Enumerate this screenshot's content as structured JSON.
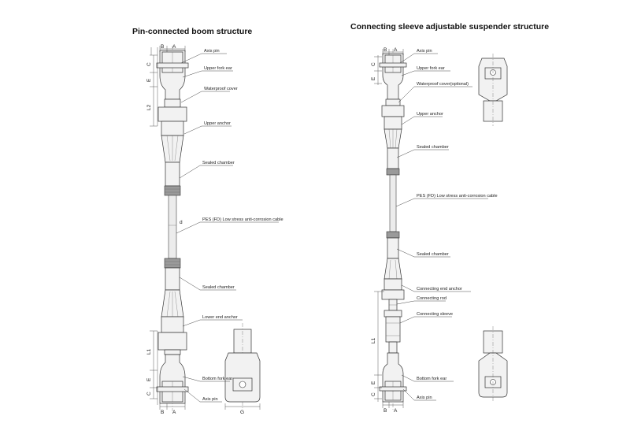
{
  "left": {
    "title": "Pin-connected boom structure",
    "labels": {
      "axis_pin_top": "Axis pin",
      "upper_fork_ear": "Upper fork ear",
      "waterproof_cover": "Waterproof cover",
      "upper_anchor": "Upper anchor",
      "sealed_chamber_top": "Sealed chamber",
      "cable": "PES (FD) Low stress anti-corrosion cable",
      "sealed_chamber_bottom": "Sealed chamber",
      "lower_end_anchor": "Lower end anchor",
      "bottom_fork_ear": "Bottom fork ear",
      "axis_pin_bottom": "Axis pin"
    },
    "dims": {
      "B": "B",
      "A": "A",
      "C": "C",
      "E": "E",
      "L2": "L2",
      "L1": "L1",
      "d": "d",
      "G": "G"
    }
  },
  "right": {
    "title": "Connecting sleeve adjustable suspender structure",
    "labels": {
      "axis_pin_top": "Axis pin",
      "upper_fork_ear": "Upper fork ear",
      "waterproof_cover": "Waterproof cover(optional)",
      "upper_anchor": "Upper anchor",
      "sealed_chamber_top": "Sealed chamber",
      "cable": "PES (FD) Low stress anti-corrosion cable",
      "sealed_chamber_bottom": "Sealed chamber",
      "connecting_end_anchor": "Connecting end anchor",
      "connecting_rod": "Connecting rod",
      "connecting_sleeve": "Connecting sleeve",
      "bottom_fork_ear": "Bottom fork ear",
      "axis_pin_bottom": "Axis pin"
    },
    "dims": {
      "B": "B",
      "A": "A",
      "C": "C",
      "E": "E",
      "L1": "L1"
    }
  }
}
